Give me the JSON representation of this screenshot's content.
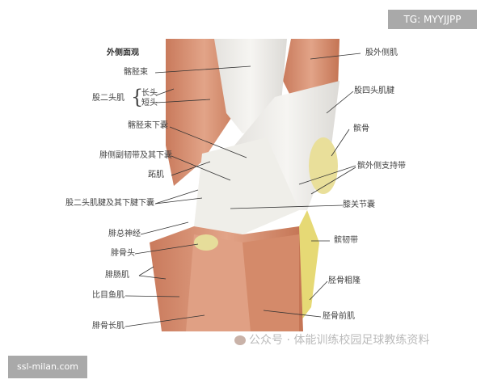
{
  "figure": {
    "title": "外侧面观",
    "labels_left": [
      {
        "id": "iliotibial-tract",
        "text": "髂胫束"
      },
      {
        "id": "biceps-femoris",
        "text": "股二头肌"
      },
      {
        "id": "long-head",
        "text": "长头"
      },
      {
        "id": "short-head",
        "text": "短头"
      },
      {
        "id": "iliotibial-bursa",
        "text": "髂胫束下囊"
      },
      {
        "id": "fibular-collateral-ligament",
        "text": "腓侧副韧带及其下囊"
      },
      {
        "id": "plantaris",
        "text": "跖肌"
      },
      {
        "id": "biceps-tendon-bursa",
        "text": "股二头肌腱及其下腱下囊"
      },
      {
        "id": "common-peroneal-nerve",
        "text": "腓总神经"
      },
      {
        "id": "fibular-head",
        "text": "腓骨头"
      },
      {
        "id": "gastrocnemius",
        "text": "腓肠肌"
      },
      {
        "id": "soleus",
        "text": "比目鱼肌"
      },
      {
        "id": "peroneus-longus",
        "text": "腓骨长肌"
      }
    ],
    "labels_right": [
      {
        "id": "vastus-lateralis",
        "text": "股外侧肌"
      },
      {
        "id": "quadriceps-tendon",
        "text": "股四头肌腱"
      },
      {
        "id": "patella",
        "text": "髌骨"
      },
      {
        "id": "lateral-patellar-retinaculum",
        "text": "髌外侧支持带"
      },
      {
        "id": "knee-joint-capsule",
        "text": "膝关节囊"
      },
      {
        "id": "patellar-ligament",
        "text": "髌韧带"
      },
      {
        "id": "tibial-tuberosity",
        "text": "胫骨粗隆"
      },
      {
        "id": "tibialis-anterior",
        "text": "胫骨前肌"
      }
    ]
  },
  "watermark": {
    "text": "公众号 · 体能训练校园足球教练资料"
  },
  "badges": {
    "tg": "TG: MYYJJPP",
    "site": "ssl-milan.com"
  },
  "colors": {
    "muscle": "#d48a6a",
    "tendon": "#eeeae4",
    "fat": "#e8de8c",
    "bursa": "#8ea8d8",
    "badge_bg": "#a9a9a9"
  }
}
